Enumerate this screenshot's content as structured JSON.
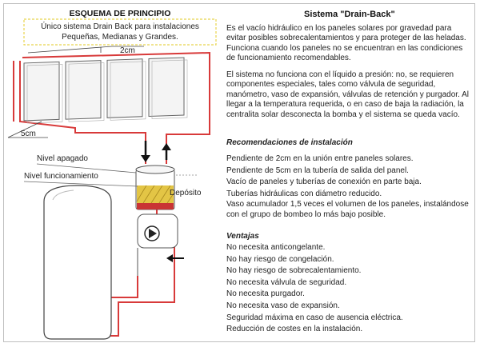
{
  "diagram": {
    "title": "ESQUEMA DE PRINCIPIO",
    "subtitle_lines": [
      "Único sistema Drain Back para instalaciones",
      "Pequeñas, Medianas y Grandes."
    ],
    "label_slope_top": "2cm",
    "label_slope_bottom": "5cm",
    "label_nivel_apagado": "Nivel apagado",
    "label_nivel_funcionamiento": "Nivel funcionamiento",
    "label_deposito": "Depósito",
    "colors": {
      "pipe": "#d83a3a",
      "box_border": "#e8d44d",
      "liquid": "#e3c545"
    }
  },
  "info": {
    "title": "Sistema \"Drain-Back\"",
    "para1": "Es el vacío hidráulico en los paneles solares por gravedad para evitar posibles sobrecalentamientos y para proteger de las heladas. Funciona cuando los paneles no se encuentran en las condiciones de funcionamiento recomendables.",
    "para2": "El sistema no funciona con el líquido a presión: no, se requieren componentes especiales, tales como válvula de seguridad, manómetro, vaso de expansión, válvulas de retención y purgador. Al llegar a la temperatura requerida, o en caso de baja la radiación, la centralita solar desconecta la bomba y el sistema se queda vacío.",
    "recomendaciones": {
      "heading": "Recomendaciones de instalación",
      "items": [
        "Pendiente de 2cm en la unión entre paneles solares.",
        "Pendiente de 5cm en la tubería de salida del panel.",
        "Vacío de paneles y tuberías de conexión en parte baja.",
        "Tuberías hidráulicas con diámetro reducido.",
        "Vaso acumulador 1,5 veces el volumen de los paneles, instalándose con el grupo de bombeo lo más bajo posible."
      ]
    },
    "ventajas": {
      "heading": "Ventajas",
      "items": [
        "No necesita anticongelante.",
        "No hay riesgo de congelación.",
        "No hay riesgo de sobrecalentamiento.",
        "No necesita válvula de seguridad.",
        "No necesita purgador.",
        "No necesita vaso de expansión.",
        "Seguridad máxima en caso de ausencia eléctrica.",
        "Reducción de costes en la instalación."
      ]
    }
  }
}
